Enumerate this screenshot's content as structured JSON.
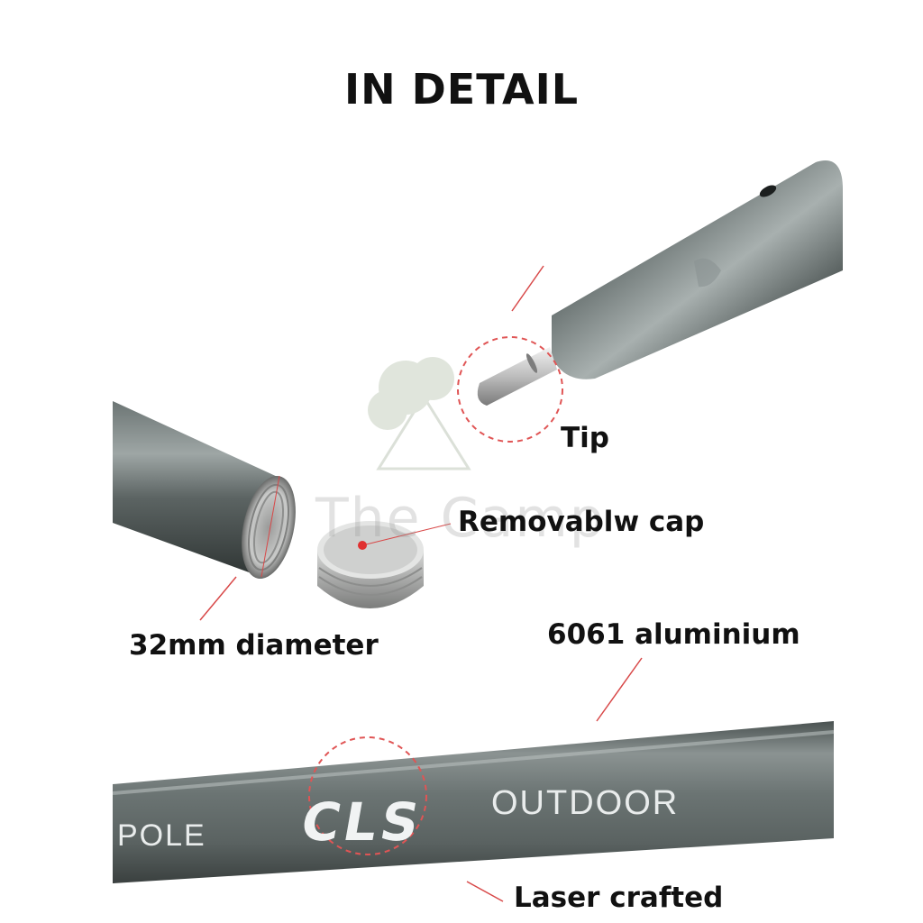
{
  "title": "IN DETAIL",
  "labels": {
    "tip": "Tip",
    "cap": "Removablw cap",
    "diameter": "32mm diameter",
    "aluminium": "6061 aluminium",
    "laser": "Laser crafted"
  },
  "watermark": {
    "text": "The Camp",
    "icon": "tree-tent-icon"
  },
  "engraving": {
    "left_text": "POLE",
    "logo": "CLS",
    "right_text": "OUTDOOR"
  },
  "colors": {
    "pole": "#5c6463",
    "highlight_circle": "#e05555",
    "pointer_line": "#d84848",
    "cap_metal": "#b8b9b8"
  }
}
